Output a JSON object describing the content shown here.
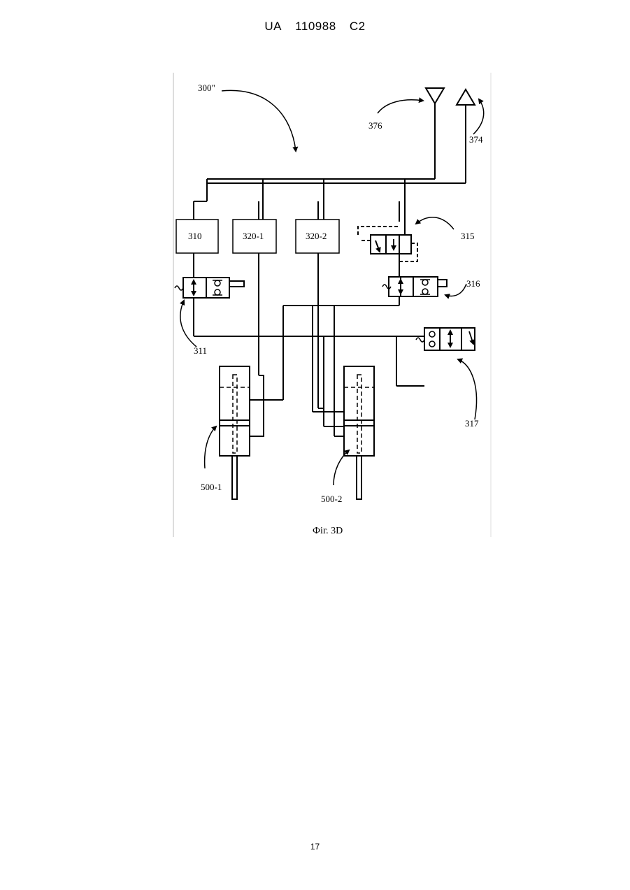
{
  "header": {
    "country": "UA",
    "number": "110988",
    "kind": "C2"
  },
  "figure": {
    "system_label": "300\"",
    "caption": "Фіг. 3D",
    "labels": {
      "l376": "376",
      "l374": "374",
      "l310": "310",
      "l320_1": "320-1",
      "l320_2": "320-2",
      "l315": "315",
      "l316": "316",
      "l311": "311",
      "l317": "317",
      "l500_1": "500-1",
      "l500_2": "500-2"
    }
  },
  "page_number": "17"
}
